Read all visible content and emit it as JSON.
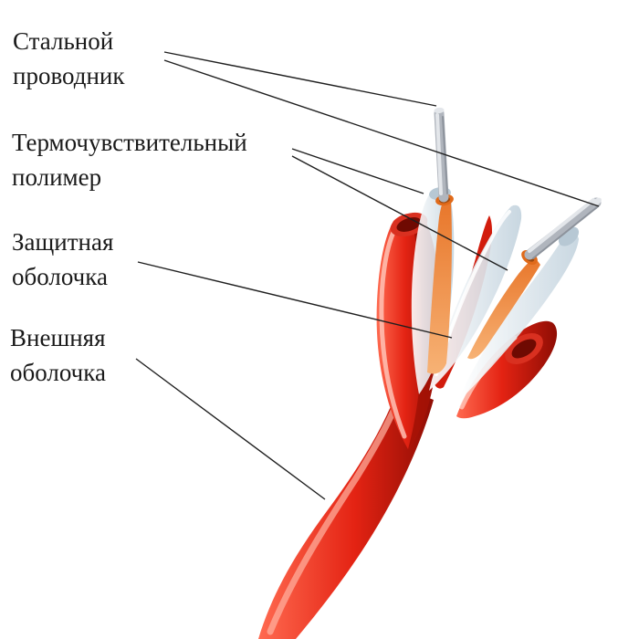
{
  "figure": {
    "description": "Cutaway illustration of a linear heat-sensing cable with labeled layers",
    "labels": [
      {
        "id": "steel-conductor",
        "line1": "Стальной",
        "line2": "проводник"
      },
      {
        "id": "thermo-polymer",
        "line1": "Термочувствительный",
        "line2": "полимер"
      },
      {
        "id": "protective-sheath",
        "line1": "Защитная",
        "line2": "оболочка"
      },
      {
        "id": "outer-sheath",
        "line1": "Внешняя",
        "line2": "оболочка"
      }
    ],
    "colors": {
      "background": "#ffffff",
      "outer_sheath_red": "#e42313",
      "outer_sheath_dark": "#8f0d04",
      "outer_sheath_light": "#ff6a50",
      "outer_sheath_cut_rim": "#d93020",
      "outer_sheath_cut_inner": "#6f0a02",
      "polymer_orange": "#e8762a",
      "polymer_dark": "#9c4a10",
      "polymer_rim": "#e06a1a",
      "protective_white": "#f4f8fb",
      "protective_shade": "#c3d3de",
      "conductor_steel": "#b0b5bd",
      "conductor_light": "#e3e6ea",
      "conductor_dark": "#8d939c",
      "leader_line": "#1f1f1f",
      "text": "#1a1a1a"
    }
  }
}
